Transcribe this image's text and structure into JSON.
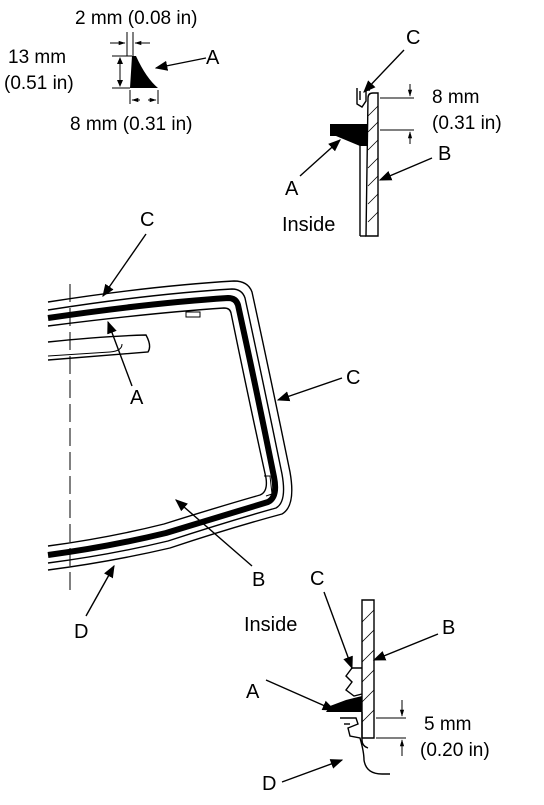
{
  "diagram": {
    "labels": {
      "A": "A",
      "B": "B",
      "C": "C",
      "D": "D"
    },
    "inside": "Inside",
    "adhesive_bead": {
      "width_top": "2 mm (0.08 in)",
      "height_line1": "13 mm",
      "height_line2": "(0.51 in)",
      "width_base": "8 mm (0.31 in)"
    },
    "top_section": {
      "gap_line1": "8 mm",
      "gap_line2": "(0.31 in)"
    },
    "bottom_section": {
      "gap_line1": "5 mm",
      "gap_line2": "(0.20 in)"
    }
  }
}
